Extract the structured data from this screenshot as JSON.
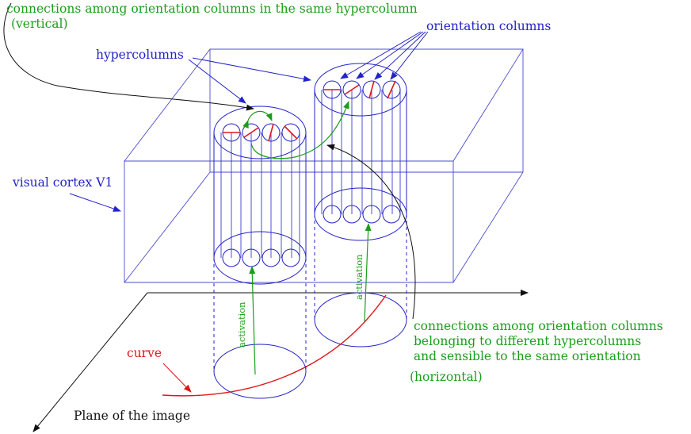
{
  "labels": {
    "vertical_connections_line1": "connections among orientation columns in the same hypercolumn",
    "vertical_connections_line2": "(vertical)",
    "orientation_columns": "orientation columns",
    "hypercolumns": "hypercolumns",
    "visual_cortex": "visual cortex V1",
    "activation": "activation",
    "curve": "curve",
    "plane_of_image": "Plane of the image",
    "horizontal_connections": [
      "connections among orientation columns",
      "belonging to different hypercolumns",
      " and sensible to the same orientation",
      "(horizontal)"
    ]
  },
  "colors": {
    "blue": "#2323c8",
    "green": "#1a9e1a",
    "red": "#e0161b",
    "black": "#111111"
  }
}
